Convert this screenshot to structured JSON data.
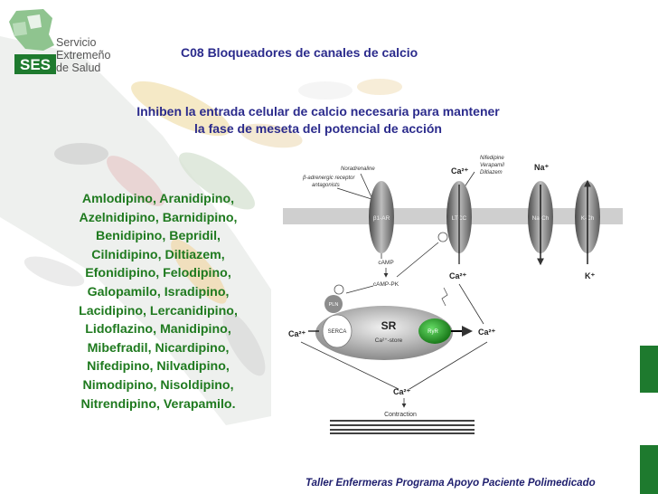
{
  "logo": {
    "abbr": "SES",
    "line1": "Servicio",
    "line2": "Extremeño",
    "line3": "de Salud"
  },
  "title": "C08 Bloqueadores de canales de calcio",
  "subtitle_line1": "Inhiben la entrada celular de calcio necesaria para mantener",
  "subtitle_line2": "la fase de meseta del potencial de acción",
  "drugs": [
    "Amlodipino, Aranidipino,",
    "Azelnidipino, Barnidipino,",
    "Benidipino, Bepridil,",
    "Cilnidipino, Diltiazem,",
    "Efonidipino, Felodipino,",
    "Galopamilo, Isradipino,",
    "Lacidipino, Lercanidipino,",
    "Lidoflazino, Manidipino,",
    "Mibefradil, Nicardipino,",
    "Nifedipino, Nilvadipino,",
    "Nimodipino, Nisoldipino,",
    "Nitrendipino, Verapamilo."
  ],
  "diagram": {
    "beta_antagonist": "β-adrenergic receptor antagonists",
    "beta_antagonist_l1": "β-adrenergic receptor",
    "beta_antagonist_l2": "antagonists",
    "noradrenaline": "Noradrenaline",
    "ca_top": "Ca²⁺",
    "ccb_l1": "Nifedipine",
    "ccb_l2": "Verapamil",
    "ccb_l3": "Diltiazem",
    "na_top": "Na⁺",
    "b1ar": "β1-AR",
    "ltcc": "LTCC",
    "nach": "Na-Ch",
    "kch": "K-Ch",
    "camp": "cAMP",
    "campk": "cAMP-PK",
    "ca_mid": "Ca²⁺",
    "k_label": "K⁺",
    "pln": "PLN",
    "sr": "SR",
    "serca": "SERCA",
    "ca_store": "Ca²⁺-store",
    "ryr": "RyR",
    "ca_left": "Ca²⁺",
    "ca_right": "Ca²⁺",
    "ca_bottom": "Ca²⁺",
    "contraction": "Contraction"
  },
  "footer": "Taller Enfermeras Programa Apoyo Paciente Polimedicado",
  "colors": {
    "title": "#2b2b8c",
    "drugs": "#1f7a1f",
    "brand_green": "#1e7a2e"
  }
}
